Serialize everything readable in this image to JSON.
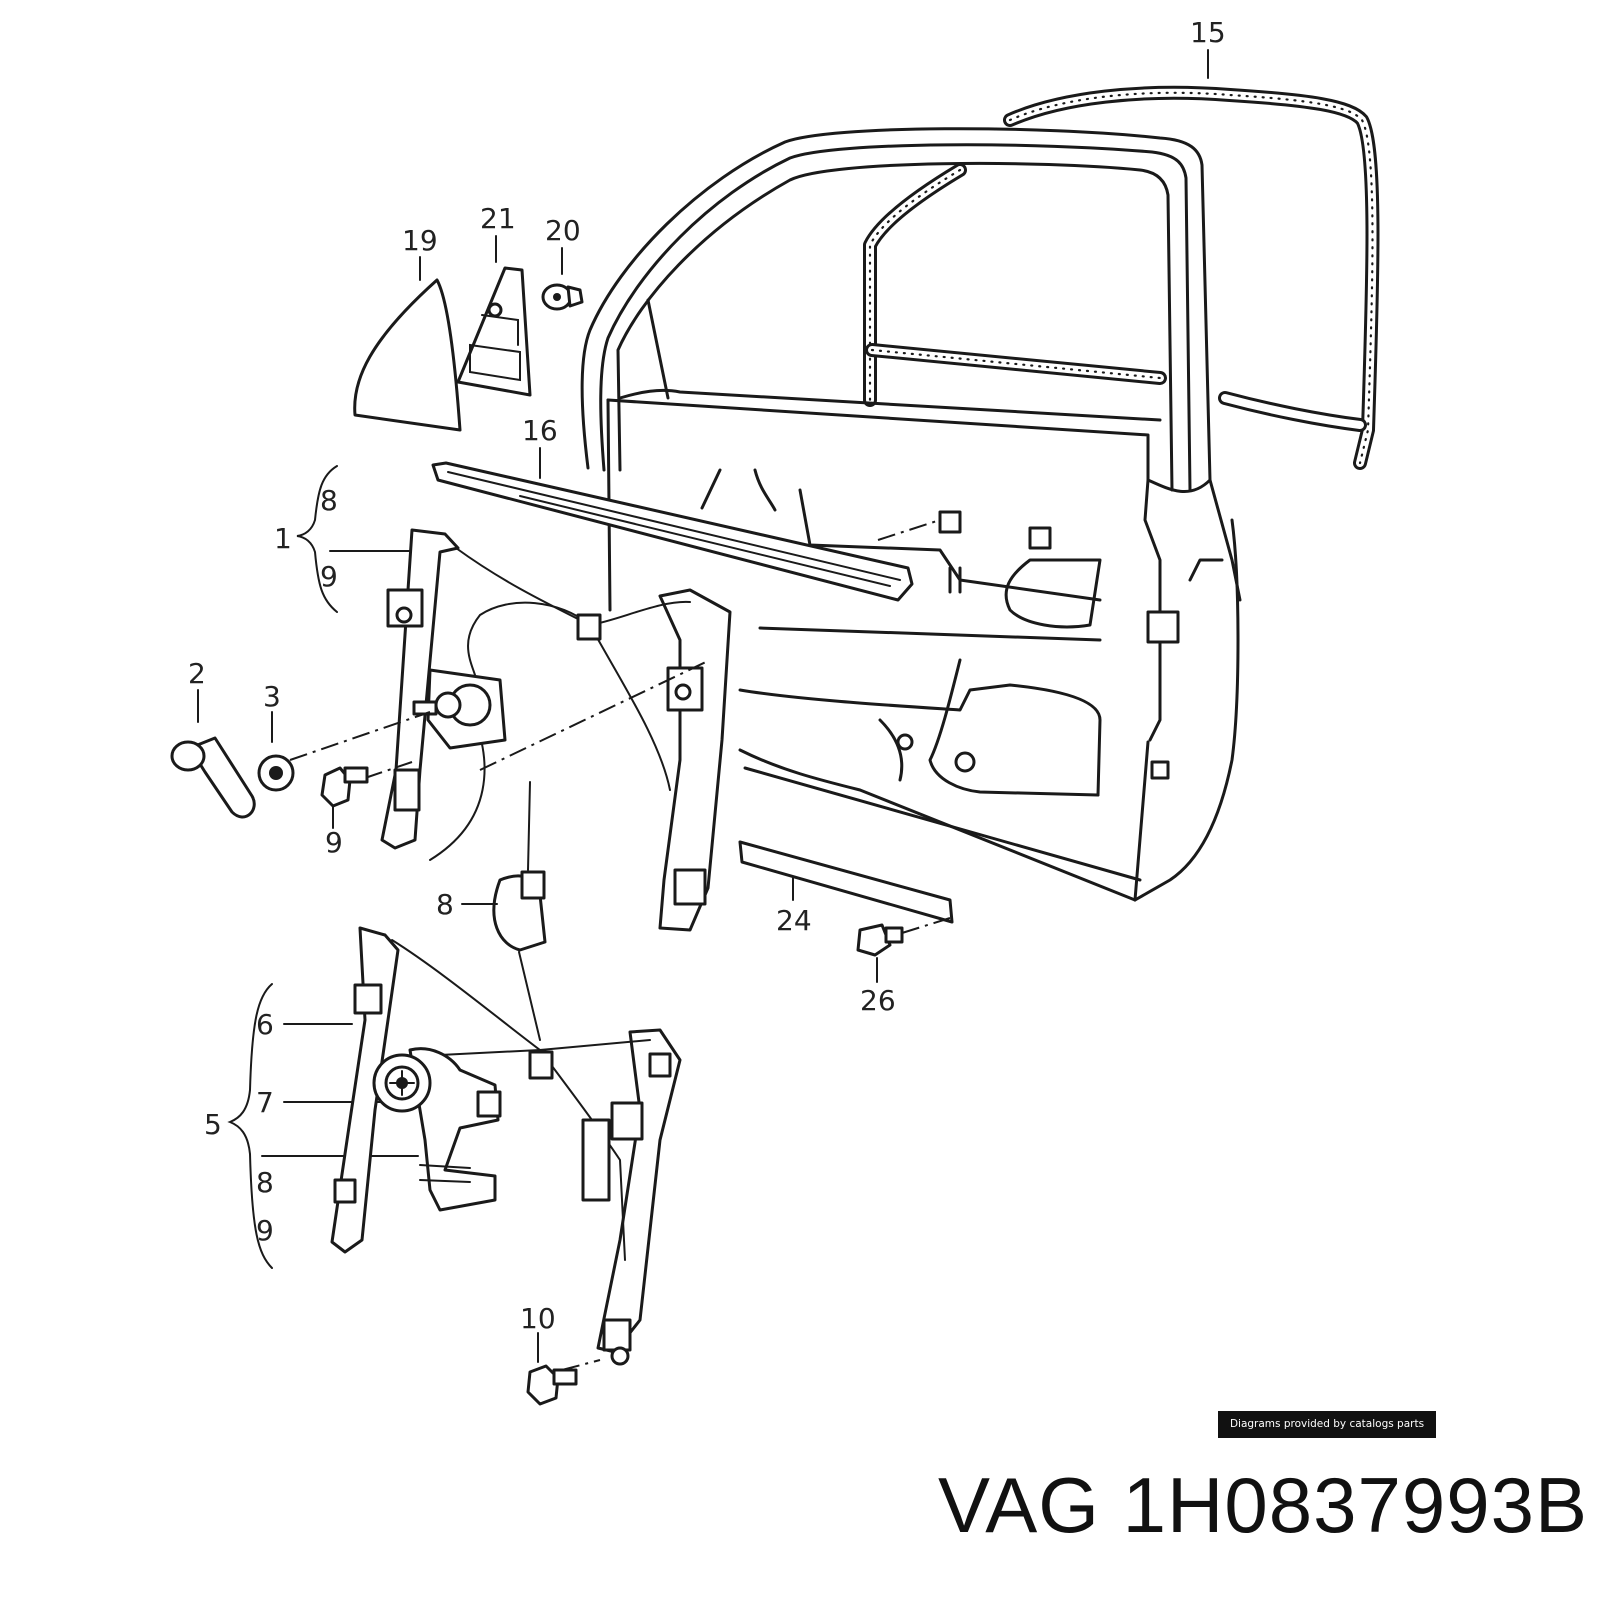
{
  "callouts": [
    {
      "id": "15",
      "text": "15"
    },
    {
      "id": "16",
      "text": "16"
    },
    {
      "id": "19",
      "text": "19"
    },
    {
      "id": "21",
      "text": "21"
    },
    {
      "id": "20",
      "text": "20"
    },
    {
      "id": "1",
      "text": "1"
    },
    {
      "id": "1-8",
      "text": "8"
    },
    {
      "id": "1-9",
      "text": "9"
    },
    {
      "id": "2",
      "text": "2"
    },
    {
      "id": "3",
      "text": "3"
    },
    {
      "id": "9",
      "text": "9"
    },
    {
      "id": "8",
      "text": "8"
    },
    {
      "id": "24",
      "text": "24"
    },
    {
      "id": "26",
      "text": "26"
    },
    {
      "id": "6",
      "text": "6"
    },
    {
      "id": "7",
      "text": "7"
    },
    {
      "id": "5",
      "text": "5"
    },
    {
      "id": "5-8",
      "text": "8"
    },
    {
      "id": "5-9",
      "text": "9"
    },
    {
      "id": "10",
      "text": "10"
    }
  ],
  "credit": "Diagrams provided by catalogs parts",
  "part_title": "VAG 1H0837993B"
}
